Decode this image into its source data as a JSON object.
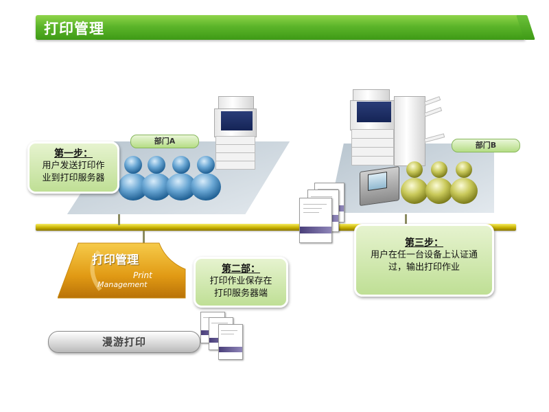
{
  "title": "打印管理",
  "departments": {
    "a": "部门A",
    "b": "部门B"
  },
  "steps": {
    "step1": {
      "heading": "第一步：",
      "lines": [
        "用户发送打印作",
        "业到打印服务器"
      ]
    },
    "step2": {
      "heading": "第二部：",
      "lines": [
        "打印作业保存在",
        "打印服务器端"
      ]
    },
    "step3": {
      "heading": "第三步：",
      "lines": [
        "用户在任一台设备上认证通",
        "过，输出打印作业"
      ]
    }
  },
  "logo": {
    "cn": "打印管理",
    "en_line1": "Print",
    "en_line2": "Management"
  },
  "roaming": "漫游打印",
  "colors": {
    "title_green": "#5cb52a",
    "bus_yellow": "#c7b000",
    "user_blue": "#3f82b5",
    "user_yellow": "#b5b53a",
    "logo_orange": "#e8a51a"
  },
  "icons": [
    "user-icon-blue",
    "user-icon-yellow",
    "printer-icon",
    "auth-terminal-icon",
    "document-icon"
  ]
}
